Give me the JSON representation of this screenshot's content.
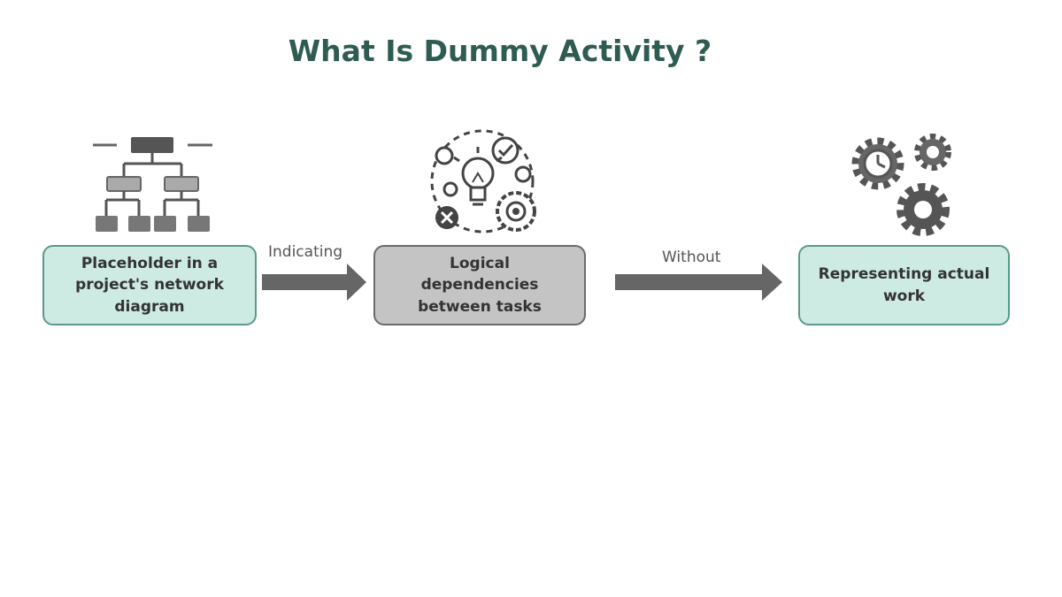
{
  "title": "What Is Dummy Activity ?",
  "nodes": [
    {
      "id": "placeholder",
      "label": "Placeholder in a\nproject's network\ndiagram",
      "fill": "#cdeae3"
    },
    {
      "id": "logical",
      "label": "Logical\ndependencies\nbetween tasks",
      "fill": "#c4c4c4"
    },
    {
      "id": "representing",
      "label": "Representing actual\nwork",
      "fill": "#cdeae3"
    }
  ],
  "edges": [
    {
      "from": "placeholder",
      "to": "logical",
      "label": "Indicating"
    },
    {
      "from": "logical",
      "to": "representing",
      "label": "Without"
    }
  ],
  "icons": [
    "hierarchy-icon",
    "idea-gears-icon",
    "gears-clock-icon"
  ],
  "colors": {
    "title": "#2e5c52",
    "node_border": "#5a9a8a",
    "arrow": "#666666"
  }
}
